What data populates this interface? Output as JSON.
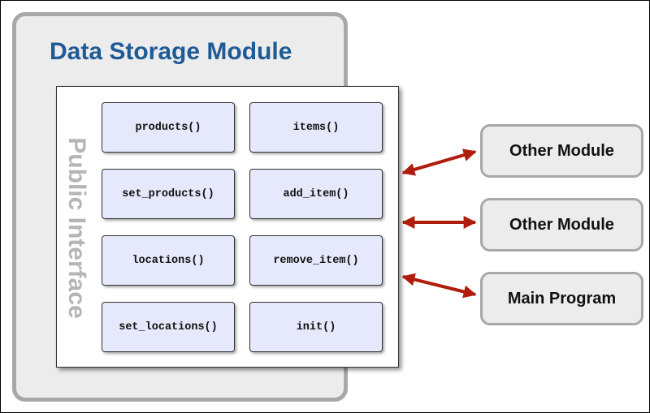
{
  "module": {
    "title": "Data Storage Module",
    "interface_label": "Public Interface"
  },
  "functions": [
    "products()",
    "items()",
    "set_products()",
    "add_item()",
    "locations()",
    "remove_item()",
    "set_locations()",
    "init()"
  ],
  "external_boxes": [
    "Other Module",
    "Other Module",
    "Main Program"
  ],
  "colors": {
    "title": "#1e5a96",
    "function_fill": "#e6e9fb",
    "arrow": "#b01c0c",
    "module_fill": "#ececec",
    "module_border": "#a8a8a8",
    "interface_label": "#b5b5b5"
  }
}
